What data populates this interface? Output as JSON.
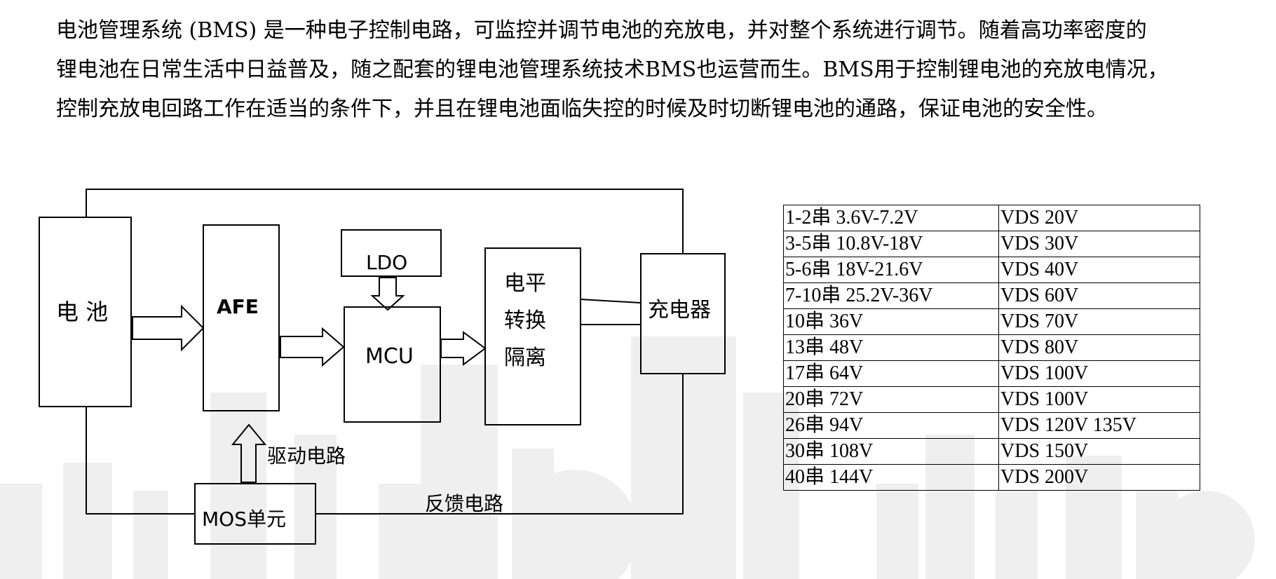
{
  "paragraph": {
    "lines": [
      "电池管理系统 (BMS) 是一种电子控制电路，可监控并调节电池的充放电，并对整个系统进行调节。随着高功率密度的",
      "锂电池在日常生活中日益普及，随之配套的锂电池管理系统技术BMS也运营而生。BMS用于控制锂电池的充放电情况，",
      "控制充放电回路工作在适当的条件下，并且在锂电池面临失控的时候及时切断锂电池的通路，保证电池的安全性。"
    ]
  },
  "diagram": {
    "battery": "电 池",
    "afe": "AFE",
    "ldo": "LDO",
    "mcu": "MCU",
    "level_shift": [
      "电平",
      "转换",
      "隔离"
    ],
    "charger": "充电器",
    "mos": "MOS单元",
    "drive_circuit": "驱动电路",
    "feedback_circuit": "反馈电路"
  },
  "vds_table": {
    "rows": [
      {
        "series": "1-2串 3.6V-7.2V",
        "vds": "VDS 20V"
      },
      {
        "series": "3-5串 10.8V-18V",
        "vds": "VDS 30V"
      },
      {
        "series": "5-6串 18V-21.6V",
        "vds": "VDS 40V"
      },
      {
        "series": "7-10串 25.2V-36V",
        "vds": "VDS 60V"
      },
      {
        "series": "10串 36V",
        "vds": "VDS 70V"
      },
      {
        "series": "13串 48V",
        "vds": "VDS 80V"
      },
      {
        "series": "17串 64V",
        "vds": "VDS 100V"
      },
      {
        "series": "20串 72V",
        "vds": "VDS 100V"
      },
      {
        "series": "26串 94V",
        "vds": "VDS 120V 135V"
      },
      {
        "series": "30串 108V",
        "vds": "VDS 150V"
      },
      {
        "series": "40串 144V",
        "vds": "VDS 200V"
      }
    ]
  },
  "colors": {
    "watermark": "#efefef",
    "line": "#000000"
  }
}
